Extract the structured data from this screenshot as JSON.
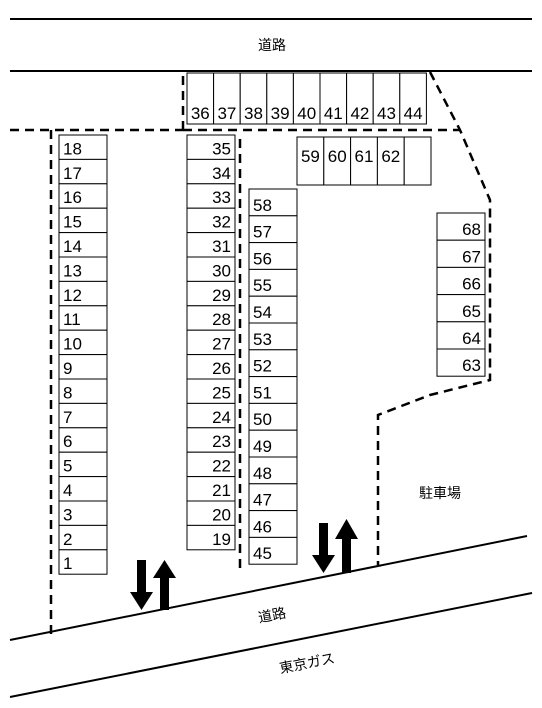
{
  "labels": {
    "top_road": "道路",
    "bottom_road": "道路",
    "gas_company": "東京ガス",
    "parking_lot": "駐車場"
  },
  "slots": {
    "left_column": [
      "18",
      "17",
      "16",
      "15",
      "14",
      "13",
      "12",
      "11",
      "10",
      "9",
      "8",
      "7",
      "6",
      "5",
      "4",
      "3",
      "2",
      "1"
    ],
    "middle_column": [
      "35",
      "34",
      "33",
      "32",
      "31",
      "30",
      "29",
      "28",
      "27",
      "26",
      "25",
      "24",
      "23",
      "22",
      "21",
      "20",
      "19"
    ],
    "inner_column": [
      "58",
      "57",
      "56",
      "55",
      "54",
      "53",
      "52",
      "51",
      "50",
      "49",
      "48",
      "47",
      "46",
      "45"
    ],
    "top_row": [
      "36",
      "37",
      "38",
      "39",
      "40",
      "41",
      "42",
      "43",
      "44"
    ],
    "upper_row": [
      "59",
      "60",
      "61",
      "62",
      ""
    ],
    "right_column": [
      "68",
      "67",
      "66",
      "65",
      "64",
      "63"
    ]
  },
  "entrances": [
    {
      "name": "entrance-west",
      "direction": "two-way"
    },
    {
      "name": "entrance-east",
      "direction": "two-way"
    }
  ]
}
